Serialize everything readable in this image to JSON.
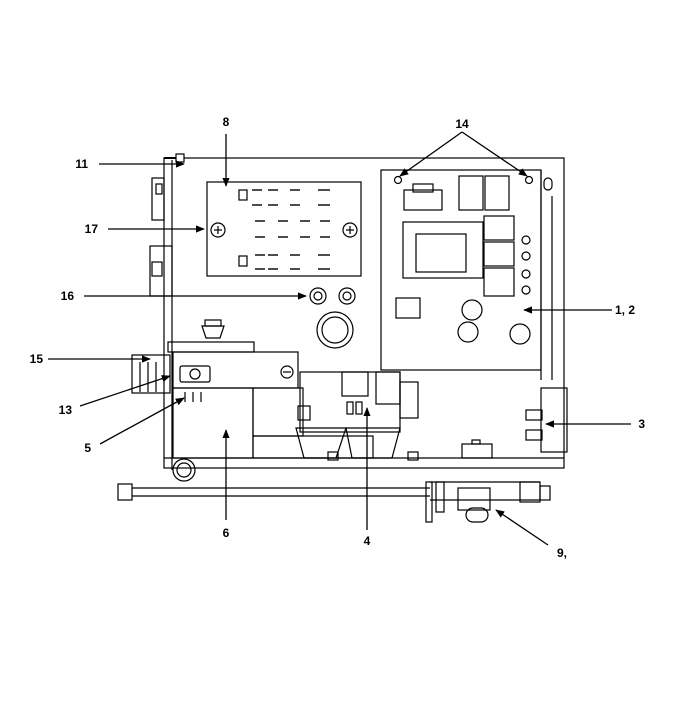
{
  "diagram": {
    "callouts": {
      "c1": "1, 2",
      "c3": "3",
      "c4": "4",
      "c5": "5",
      "c6": "6",
      "c8": "8",
      "c9": "9,",
      "c11": "11",
      "c13": "13",
      "c14": "14",
      "c15": "15",
      "c16": "16",
      "c17": "17"
    }
  }
}
